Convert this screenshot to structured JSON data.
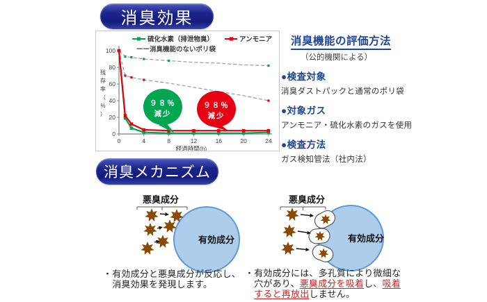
{
  "sections": {
    "effect": {
      "title": "消臭効果"
    },
    "mechanism": {
      "title": "消臭メカニズム"
    }
  },
  "evaluation": {
    "title": "消臭機能の評価方法",
    "subtitle": "（公的機関による）",
    "items": [
      {
        "heading": "●検査対象",
        "body": "消臭ダストパックと通常のポリ袋"
      },
      {
        "heading": "●対象ガス",
        "body": "アンモニア・硫化水素のガスを使用"
      },
      {
        "heading": "●検査方法",
        "body": "ガス検知管法（社内法）"
      }
    ]
  },
  "chart_data": {
    "type": "line",
    "x": [
      0,
      1,
      2,
      4,
      8,
      12,
      16,
      20,
      24
    ],
    "xticks": [
      0,
      4,
      8,
      12,
      16,
      20,
      24
    ],
    "yticks": [
      0,
      20,
      40,
      60,
      80,
      100
    ],
    "ylim": [
      0,
      100
    ],
    "xlabel": "経過時間(h)",
    "ylabel": "残存率（%）",
    "grid": false,
    "legend_position": "top",
    "series": [
      {
        "name": "消臭機能のないポリ袋（硫化水素）",
        "style": "dashed",
        "line_color": "#999999",
        "marker_color": "#00A550",
        "marker_x": [
          1,
          2,
          4,
          8,
          24
        ],
        "values": [
          100,
          93,
          92,
          90,
          88,
          86,
          85,
          83,
          82
        ]
      },
      {
        "name": "消臭機能のないポリ袋（アンモニア）",
        "style": "dashed",
        "line_color": "#999999",
        "marker_color": "#E60012",
        "marker_x": [
          1,
          2,
          4,
          24
        ],
        "values": [
          100,
          70,
          68,
          65,
          61,
          56,
          51,
          46,
          40
        ]
      },
      {
        "name": "硫化水素（排泄物臭）",
        "style": "solid",
        "line_color": "#00A550",
        "marker_color": "#00A550",
        "values": [
          100,
          19,
          7,
          2,
          1,
          1,
          1,
          1,
          2
        ]
      },
      {
        "name": "アンモニア",
        "style": "solid",
        "line_color": "#E60012",
        "marker_color": "#E60012",
        "values": [
          100,
          22,
          12,
          5,
          4,
          4,
          4,
          4,
          4
        ]
      }
    ],
    "legend": {
      "row1": [
        {
          "label": "硫化水素（排泄物臭）",
          "color": "#00A550"
        },
        {
          "label": "アンモニア",
          "color": "#E60012"
        }
      ],
      "row2": "ーー消臭機能のないポリ袋"
    },
    "annotations": [
      {
        "lines": [
          "９８％",
          "減少"
        ],
        "color": "#00A550",
        "cx": 96,
        "cy": 109,
        "rx": 28,
        "ry": 26,
        "tail": "101,132 113,147 90,135"
      },
      {
        "lines": [
          "９８％",
          "減少"
        ],
        "color": "#E60012",
        "cx": 173,
        "cy": 112,
        "rx": 28,
        "ry": 26,
        "tail": "178,134 191,144 167,137"
      }
    ]
  },
  "mechanism": {
    "colors": {
      "star": "#8C4903",
      "circle_fill": "#ADCDEB",
      "circle_stroke": "#5B9BD5"
    },
    "left": {
      "bad_label": "悪臭成分",
      "good_label": "有効成分",
      "caption_lines": [
        "・有効成分と悪臭成分が反応し、",
        "　消臭効果を発現します。"
      ]
    },
    "right": {
      "bad_label": "悪臭成分",
      "good_label": "有効成分",
      "caption_lines": [
        [
          {
            "t": "・有効成分には、多孔質により微細な"
          }
        ],
        [
          {
            "t": "　穴があり、"
          },
          {
            "t": "悪臭成分を吸着",
            "em": true
          },
          {
            "t": "し、"
          },
          {
            "t": "吸着",
            "em": true
          }
        ],
        [
          {
            "t": "　"
          },
          {
            "t": "すると再放出",
            "em": true
          },
          {
            "t": "しません。"
          }
        ]
      ]
    }
  }
}
